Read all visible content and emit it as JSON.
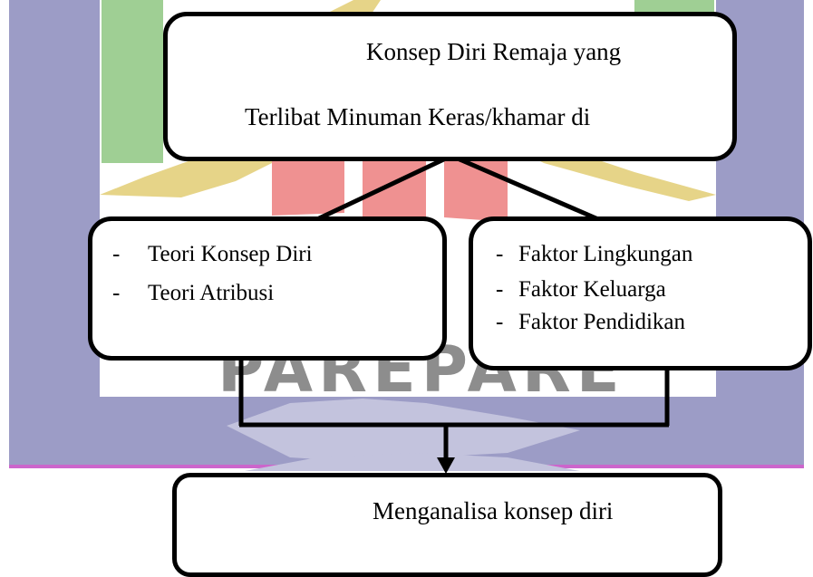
{
  "watermark": {
    "text": "PAREPARE",
    "colors": {
      "frame": "#9c9cc6",
      "yellow": "#e6d488",
      "green": "#9fcf94",
      "red": "#ef9191"
    }
  },
  "diagram": {
    "top_box": {
      "line1": "Konsep Diri Remaja yang",
      "line2": "Terlibat Minuman Keras/khamar di"
    },
    "left_box": {
      "bullet": "-",
      "items": [
        "Teori Konsep Diri",
        "Teori Atribusi"
      ]
    },
    "right_box": {
      "bullet": "-",
      "items": [
        "Faktor Lingkungan",
        "Faktor Keluarga",
        "Faktor Pendidikan"
      ]
    },
    "bottom_box": {
      "text": "Menganalisa konsep diri"
    },
    "line_color": "#000000"
  }
}
